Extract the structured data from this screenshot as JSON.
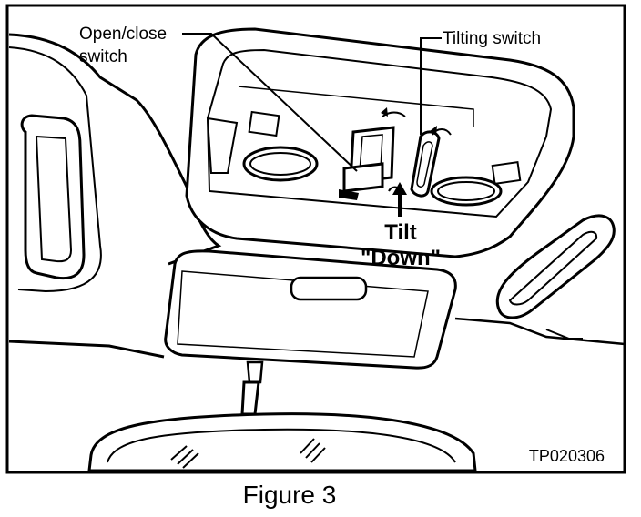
{
  "labels": {
    "open_close_line1": "Open/close",
    "open_close_line2": "switch",
    "tilting_switch": "Tilting switch",
    "tilt_line1": "Tilt",
    "tilt_line2": "\"Down\""
  },
  "figure": {
    "code": "TP020306",
    "caption": "Figure 3"
  }
}
